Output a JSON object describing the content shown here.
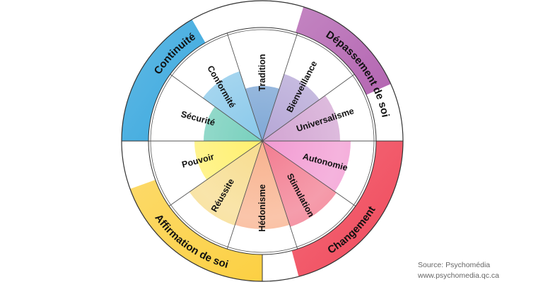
{
  "groups": [
    {
      "label": "Continuité",
      "color": "#3aa8de"
    },
    {
      "label": "Dépassement de soi",
      "color": "#b466b2"
    },
    {
      "label": "Changement",
      "color": "#f0485a"
    },
    {
      "label": "Affirmation de soi",
      "color": "#fcd043"
    }
  ],
  "values": [
    {
      "label": "Tradition",
      "color": "#7fa8d6"
    },
    {
      "label": "Bienveillance",
      "color": "#b5a6d6"
    },
    {
      "label": "Universalisme",
      "color": "#d2a4d2"
    },
    {
      "label": "Autonomie",
      "color": "#f29ad2"
    },
    {
      "label": "Stimulation",
      "color": "#f27c90"
    },
    {
      "label": "Hédonisme",
      "color": "#f8b28e"
    },
    {
      "label": "Réussite",
      "color": "#f7dc8e"
    },
    {
      "label": "Pouvoir",
      "color": "#fff06e"
    },
    {
      "label": "Sécurité",
      "color": "#78d0bd"
    },
    {
      "label": "Conformité",
      "color": "#88c8ea"
    }
  ],
  "source": {
    "line1": "Source: Psychomédia",
    "line2": "www.psychomedia.qc.ca"
  }
}
